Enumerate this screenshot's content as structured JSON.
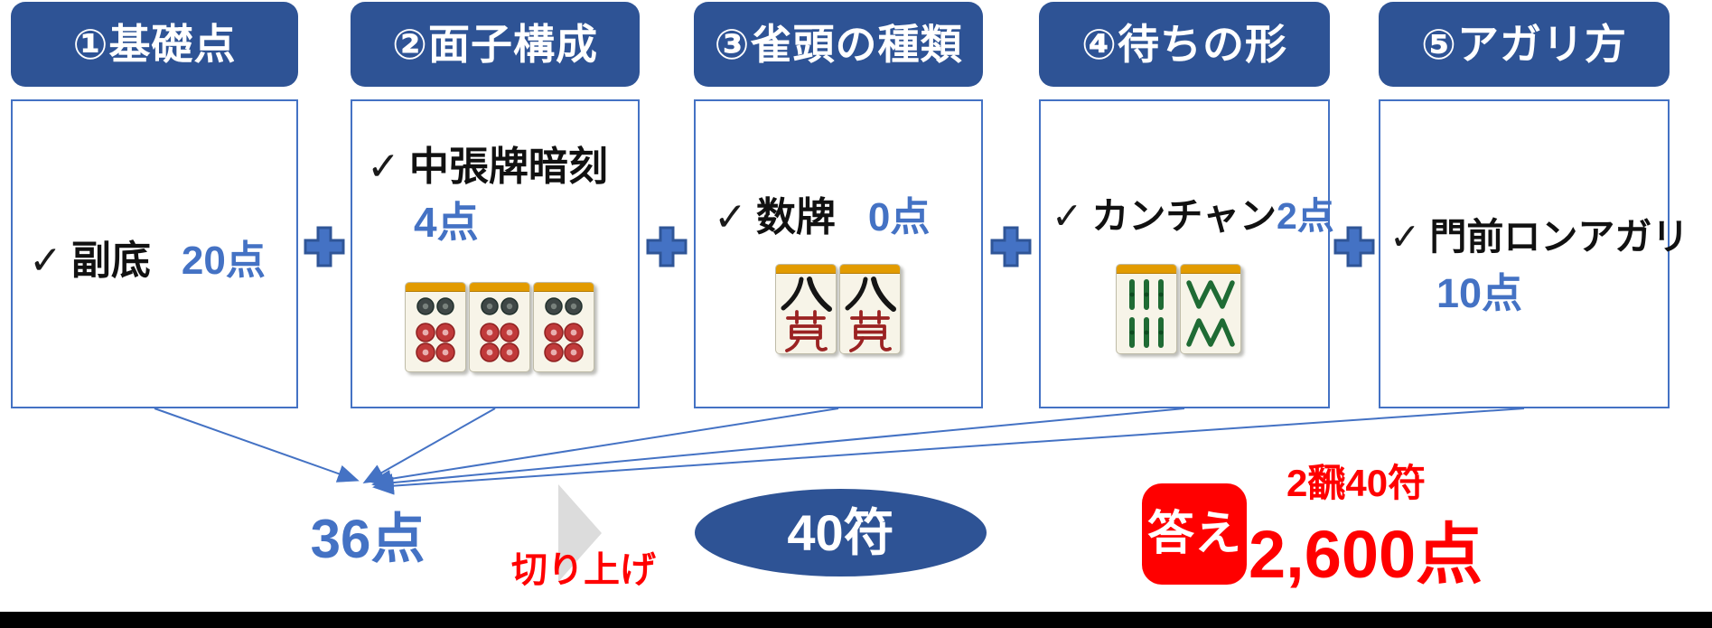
{
  "colors": {
    "header_blue": "#2E5395",
    "accent_blue": "#4472C4",
    "red": "#FF0000",
    "tile_band_orange": "#E29B00",
    "bamboo_green": "#1F6B34",
    "pin_red": "#C03A3A",
    "man_red": "#9B2222",
    "gray_arrow": "#DCDCDC"
  },
  "boxes": [
    {
      "title": "①基礎点",
      "check": "✓",
      "item": "副底",
      "points": "20点"
    },
    {
      "title": "②面子構成",
      "check": "✓",
      "item": "中張牌暗刻",
      "points": "4点",
      "tiles": [
        "6pin",
        "6pin",
        "6pin"
      ]
    },
    {
      "title": "③雀頭の種類",
      "check": "✓",
      "item": "数牌",
      "points": "0点",
      "tiles": [
        "8man",
        "8man"
      ]
    },
    {
      "title": "④待ちの形",
      "check": "✓",
      "item": "カンチャン",
      "points": "2点",
      "tiles": [
        "6sou",
        "8sou"
      ]
    },
    {
      "title": "⑤アガリ方",
      "check": "✓",
      "item": "門前ロンアガリ",
      "points": "10点"
    }
  ],
  "operators": {
    "plus": "+"
  },
  "result": {
    "sum": "36点",
    "roundup_label": "切り上げ",
    "fu_total": "40符",
    "answer_label": "答え",
    "han_fu": "2飜40符",
    "final_score": "2,600点"
  }
}
